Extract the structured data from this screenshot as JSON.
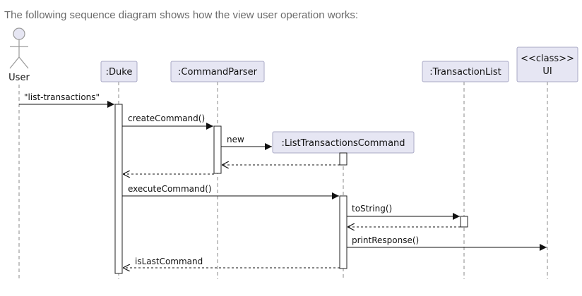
{
  "intro_text": "The following sequence diagram shows how the view user operation works:",
  "diagram": {
    "actor_label": "User",
    "participants": {
      "duke": ":Duke",
      "parser": ":CommandParser",
      "ltc": ":ListTransactionsCommand",
      "tlist": ":TransactionList",
      "ui_stereotype": "<<class>>",
      "ui_name": "UI"
    },
    "messages": {
      "m1": "\"list-transactions\"",
      "m2": "createCommand()",
      "m3": "new",
      "m4": "executeCommand()",
      "m5": "toString()",
      "m6": "printResponse()",
      "m7": "isLastCommand"
    }
  },
  "colors": {
    "participant_fill": "#e6e6f3",
    "participant_border": "#a9a9c6",
    "line": "#111111"
  }
}
